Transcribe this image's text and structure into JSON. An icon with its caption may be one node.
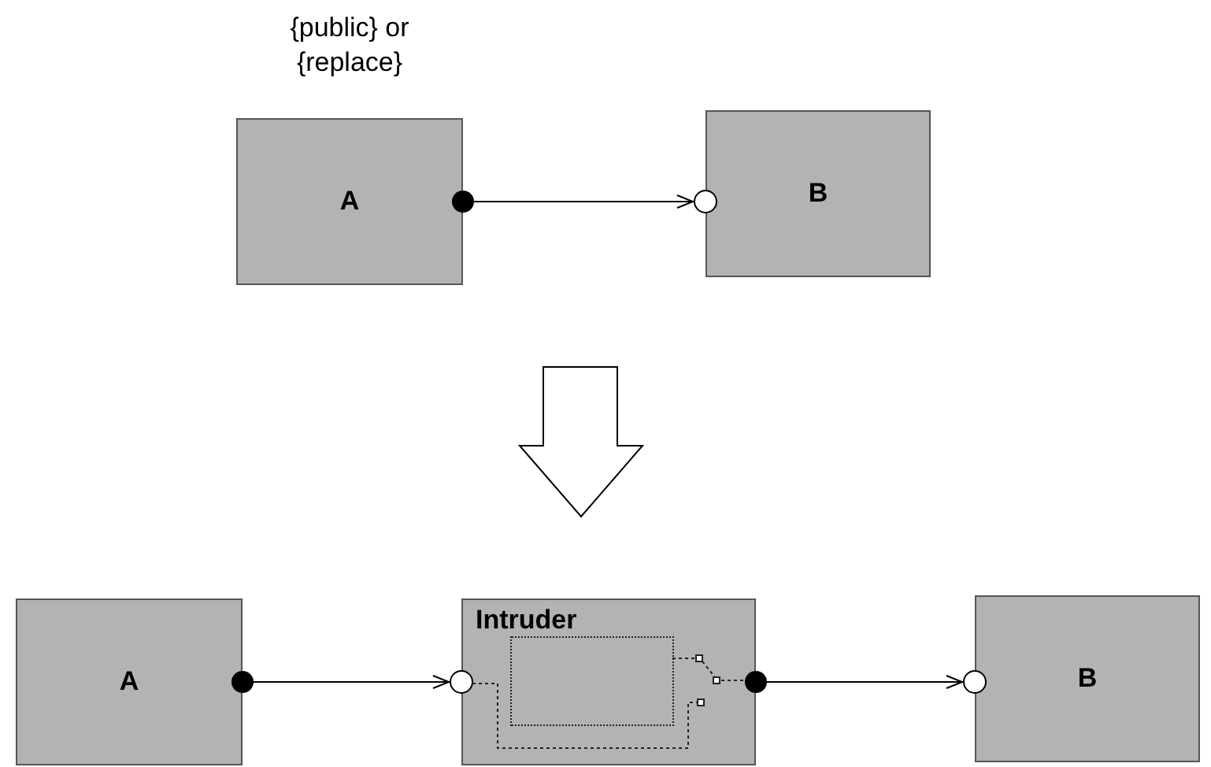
{
  "diagram": {
    "nodes": [
      {
        "text": [
          "A"
        ],
        "beside": [
          "{public} or {replace}"
        ]
      },
      {
        "text": [
          "B"
        ]
      },
      {
        "text": [
          "A"
        ]
      },
      {
        "text": [
          "Intruder"
        ]
      },
      {
        "text": [
          "B"
        ]
      },
      {
        "text": [],
        "shape": "box",
        "in": 3
      }
    ],
    "edges": [
      {
        "from": 0,
        "to": 1,
        "arrow": "to"
      },
      {
        "from": 2,
        "to": 3,
        "arrow": "to"
      },
      {
        "from": 3,
        "to": 4,
        "arrow": "to"
      }
    ]
  }
}
